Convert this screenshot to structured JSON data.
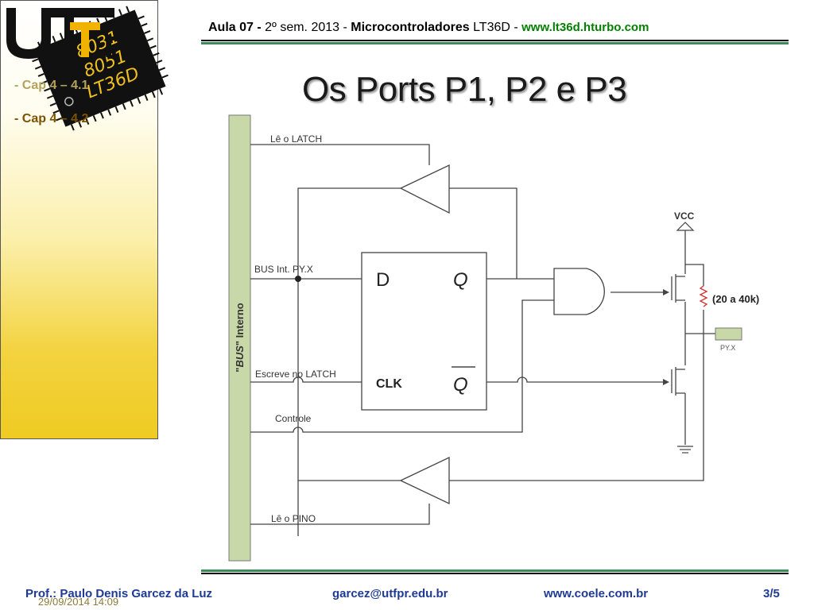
{
  "header": {
    "aula": "Aula 07 -",
    "semester": "2º sem. 2013 -",
    "course": "Microcontroladores",
    "code": "LT36D -",
    "url": "www.lt36d.hturbo.com"
  },
  "chip_logo": {
    "line1": "8031",
    "line2": "8051",
    "line3": "LT36D"
  },
  "title": "Os Ports P1, P2 e P3",
  "sidebar": {
    "items": [
      {
        "label": "- Cap 4 – 4.1"
      },
      {
        "label": "- Cap 4 – 4.2"
      }
    ],
    "datetime": "29/09/2014 14:09"
  },
  "diagram": {
    "bus_label_1": "\"",
    "bus_label_2": "BUS",
    "bus_label_3": "\" Interno",
    "le_latch": "Lê o LATCH",
    "bus_int": "BUS Int. PY.X",
    "escreve": "Escreve no LATCH",
    "controle": "Controle",
    "le_pino": "Lê o PINO",
    "d": "D",
    "q": "Q",
    "qbar": "Q",
    "clk": "CLK",
    "vcc": "VCC",
    "resistor": "(20 a 40k)",
    "pin": "PY.X"
  },
  "footer": {
    "prof": "Prof.: Paulo Denis Garcez da Luz",
    "email": "garcez@utfpr.edu.br",
    "site": "www.coele.com.br",
    "page": "3/5"
  }
}
